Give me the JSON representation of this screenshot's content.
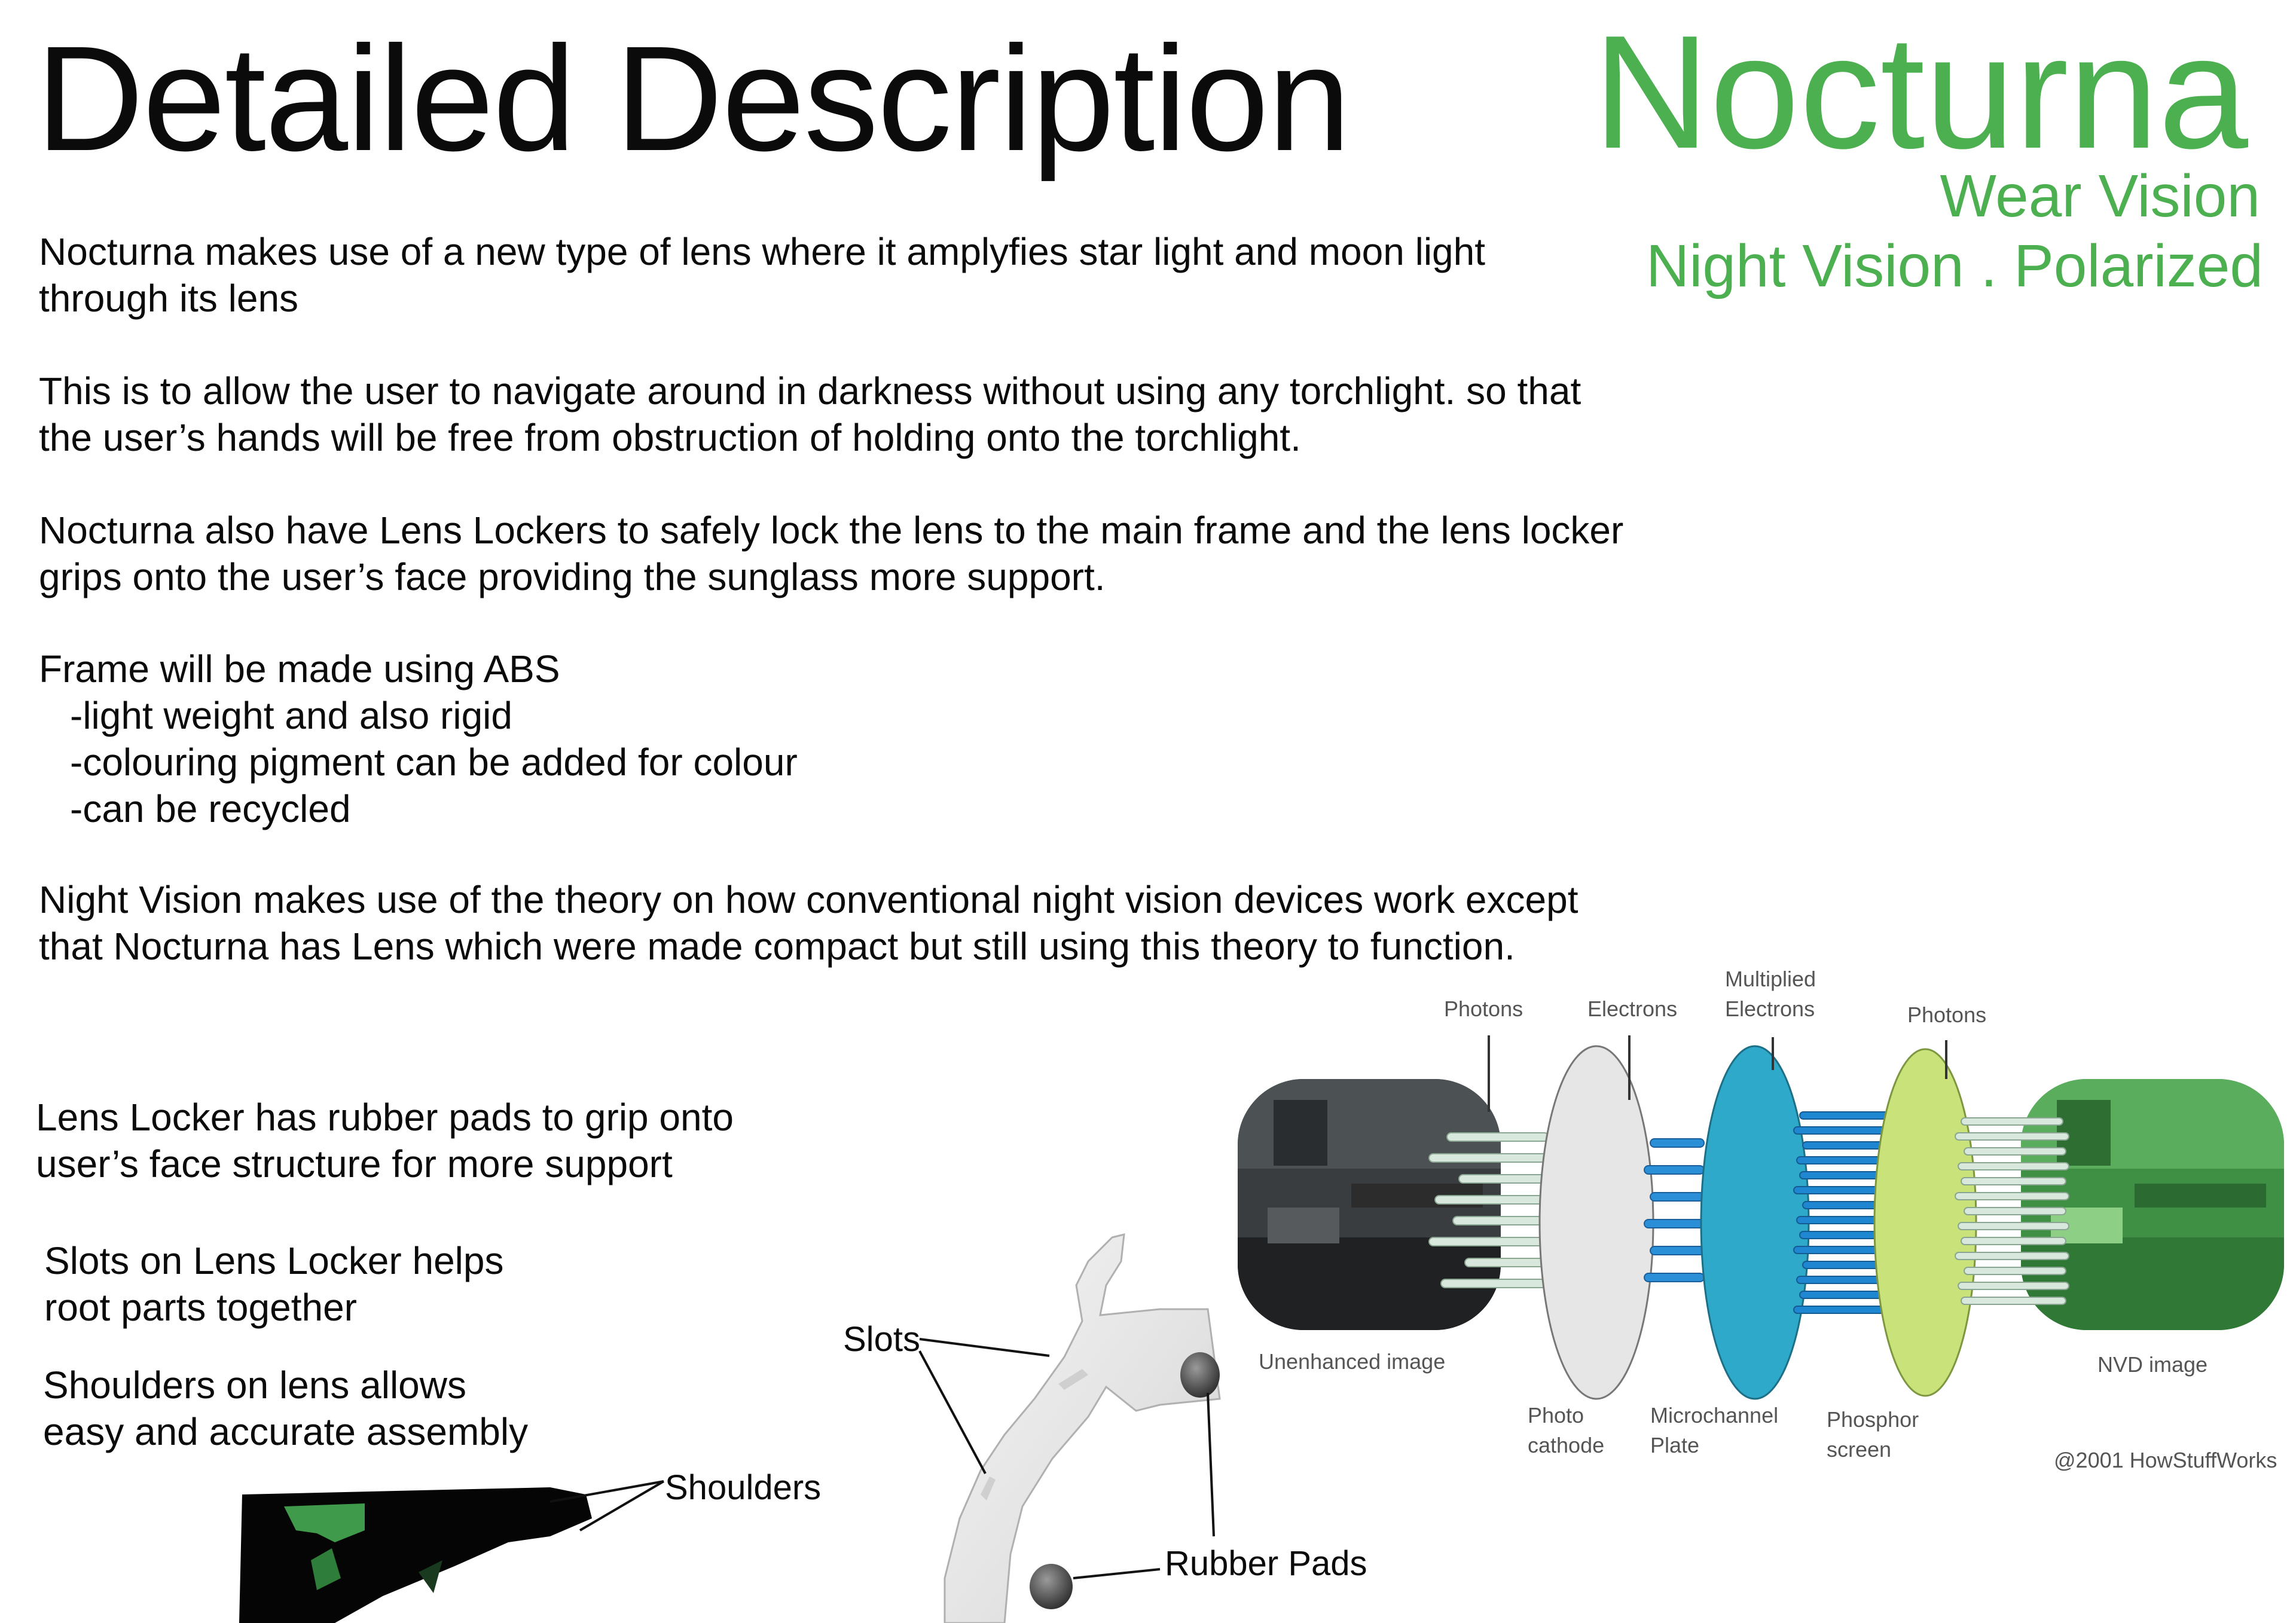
{
  "header": {
    "title": "Detailed Description",
    "brand": "Nocturna",
    "tagline_1": "Wear Vision",
    "tagline_2": "Night Vision . Polarized"
  },
  "paragraphs": [
    [
      "Nocturna makes use of a new type of lens where it amplyfies star light and moon light",
      "through its lens"
    ],
    [
      "This is to allow the user to navigate around in darkness without using any torchlight. so that",
      "the user’s hands will be free from obstruction of holding onto the torchlight."
    ],
    [
      "Nocturna also have Lens Lockers to safely lock the lens to the main frame and the lens locker",
      "grips onto the user’s face providing the sunglass more support."
    ]
  ],
  "frame_material": {
    "heading": "Frame will be made using ABS",
    "points": [
      "-light weight and also rigid",
      "-colouring pigment can be added for colour",
      "-can be recycled"
    ]
  },
  "night_vision_paragraph": [
    "Night Vision makes use of the theory on how conventional night vision devices work except",
    "that Nocturna has Lens which were made compact but still using this theory to function."
  ],
  "notes": {
    "lens_locker": [
      "Lens Locker has rubber pads to grip onto",
      "user’s face structure for more support"
    ],
    "slots": [
      "Slots on Lens Locker helps",
      "root parts together"
    ],
    "shoulders": [
      "Shoulders on lens allows",
      "easy and accurate assembly"
    ]
  },
  "callouts": {
    "shoulders": "Shoulders",
    "slots": "Slots",
    "rubber_pads": "Rubber Pads"
  },
  "nvd_diagram": {
    "photons_in": "Photons",
    "electrons": "Electrons",
    "multiplied_1": "Multiplied",
    "multiplied_2": "Electrons",
    "photons_out": "Photons",
    "unenhanced": "Unenhanced image",
    "photo_1": "Photo",
    "photo_2": "cathode",
    "micro_1": "Microchannel",
    "micro_2": "Plate",
    "phosphor_1": "Phosphor",
    "phosphor_2": "screen",
    "nvd_image": "NVD image",
    "credit": "@2001 HowStuffWorks"
  },
  "colors": {
    "brand_green": "#4caf50",
    "text": "#0b0b0b"
  }
}
